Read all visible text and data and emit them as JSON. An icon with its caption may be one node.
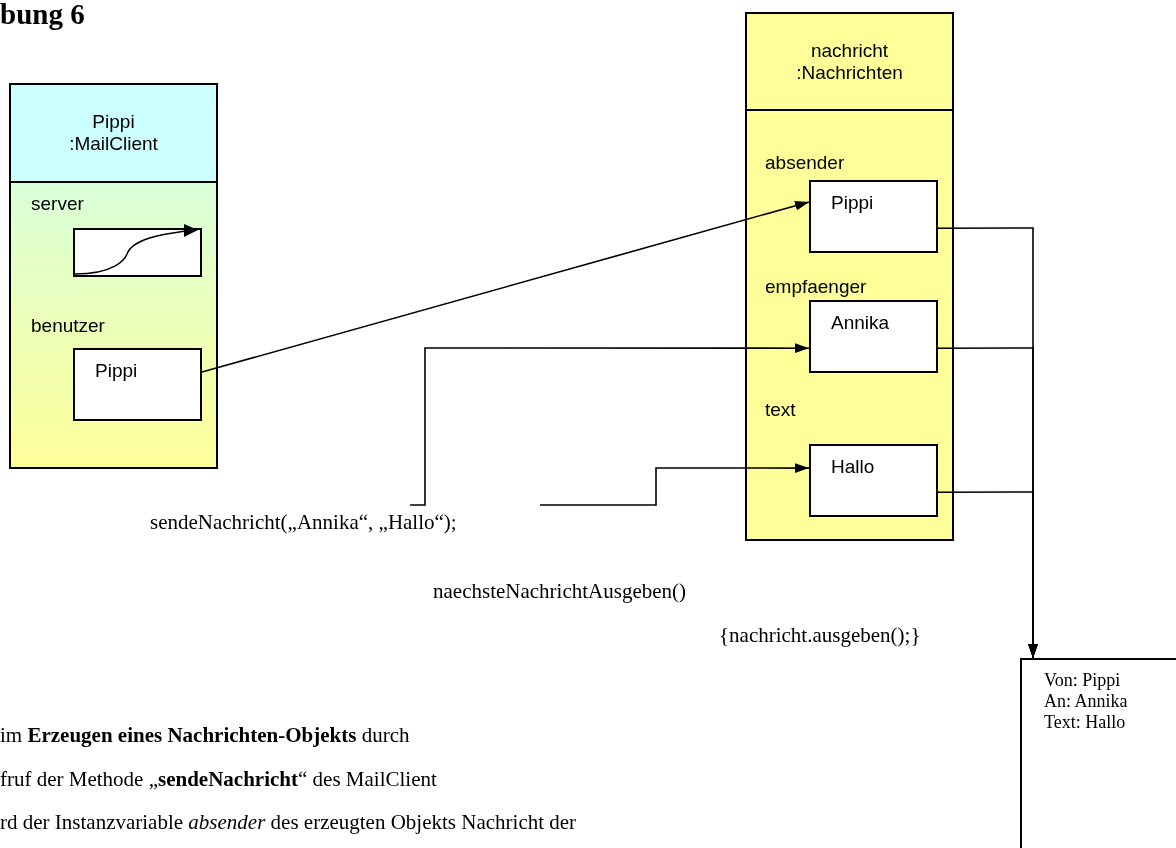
{
  "diagram": {
    "title": "bung 6",
    "nodes": [
      {
        "text": [
          "Pippi :MailClient",
          "server",
          "benutzer"
        ]
      },
      {
        "text": [],
        "shape": "box",
        "in": 0
      },
      {
        "text": [
          "Pippi"
        ],
        "in": 0
      },
      {
        "text": [
          "nachricht :Nachrichten",
          "absender",
          "empfaenger",
          "text"
        ]
      },
      {
        "text": [
          "Pippi"
        ],
        "in": 3
      },
      {
        "text": [
          "Annika"
        ],
        "in": 3
      },
      {
        "text": [
          "Hallo"
        ],
        "in": 3
      },
      {
        "text": [
          "sendeNachricht(„Annika“, „Hallo“);"
        ]
      },
      {
        "text": [
          "Von: Pippi",
          "An: Annika",
          "Text: Hallo"
        ]
      }
    ],
    "edges": [
      {
        "from": 2,
        "to": 4,
        "arrow": "to"
      },
      {
        "from": 7,
        "to": 5,
        "arrow": "to"
      },
      {
        "from": 7,
        "to": 6,
        "arrow": "to"
      },
      {
        "from": 4,
        "to": 8,
        "arrow": "to"
      },
      {
        "from": 5,
        "to": 8,
        "arrow": "to"
      },
      {
        "from": 6,
        "to": 8,
        "arrow": "to"
      }
    ],
    "labels": [
      "naechsteNachrichtAusgeben()",
      "{nachricht.ausgeben();}",
      "im **Erzeugen eines Nachrichten-Objekts** durch",
      "fruf der Methode „**sendeNachricht**“ des MailClient",
      "rd der Instanzvariable *absender* des erzeugten Objekts Nachricht der"
    ]
  }
}
